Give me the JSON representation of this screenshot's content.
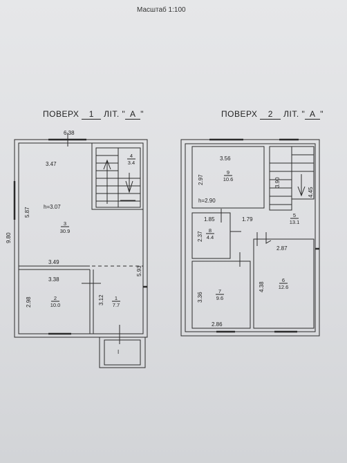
{
  "scale_label": "Масштаб 1:100",
  "floor1": {
    "header": {
      "word": "ПОВЕРХ",
      "num": "1",
      "lit": "ЛІТ.",
      "letter": "А"
    },
    "overall_height": "9.80",
    "width_top": "6.38",
    "height_label": "h=3.07",
    "dims": {
      "d347": "3.47",
      "d587": "5.87",
      "d349": "3.49",
      "d338": "3.38",
      "d298": "2.98",
      "d312": "3.12",
      "d593": "5.93"
    },
    "rooms": [
      {
        "num": "3",
        "area": "30.9"
      },
      {
        "num": "2",
        "area": "10.0"
      },
      {
        "num": "1",
        "area": "7.7"
      },
      {
        "num": "4",
        "area": "3.4"
      }
    ],
    "porch_label": "I"
  },
  "floor2": {
    "header": {
      "word": "ПОВЕРХ",
      "num": "2",
      "lit": "ЛІТ.",
      "letter": "А"
    },
    "height_label": "h=2.90",
    "dims": {
      "d356": "3.56",
      "d297": "2.97",
      "d185": "1.85",
      "d179": "1.79",
      "d237": "2.37",
      "d287": "2.87",
      "d336": "3.36",
      "d438": "4.38",
      "d286": "2.86",
      "d390": "3.90",
      "d445": "4.45"
    },
    "rooms": [
      {
        "num": "9",
        "area": "10.6"
      },
      {
        "num": "8",
        "area": "4.4"
      },
      {
        "num": "5",
        "area": "13.1"
      },
      {
        "num": "7",
        "area": "9.6"
      },
      {
        "num": "6",
        "area": "12.6"
      }
    ]
  },
  "colors": {
    "line": "#2a2a2a",
    "paper": "#e3e4e6"
  }
}
